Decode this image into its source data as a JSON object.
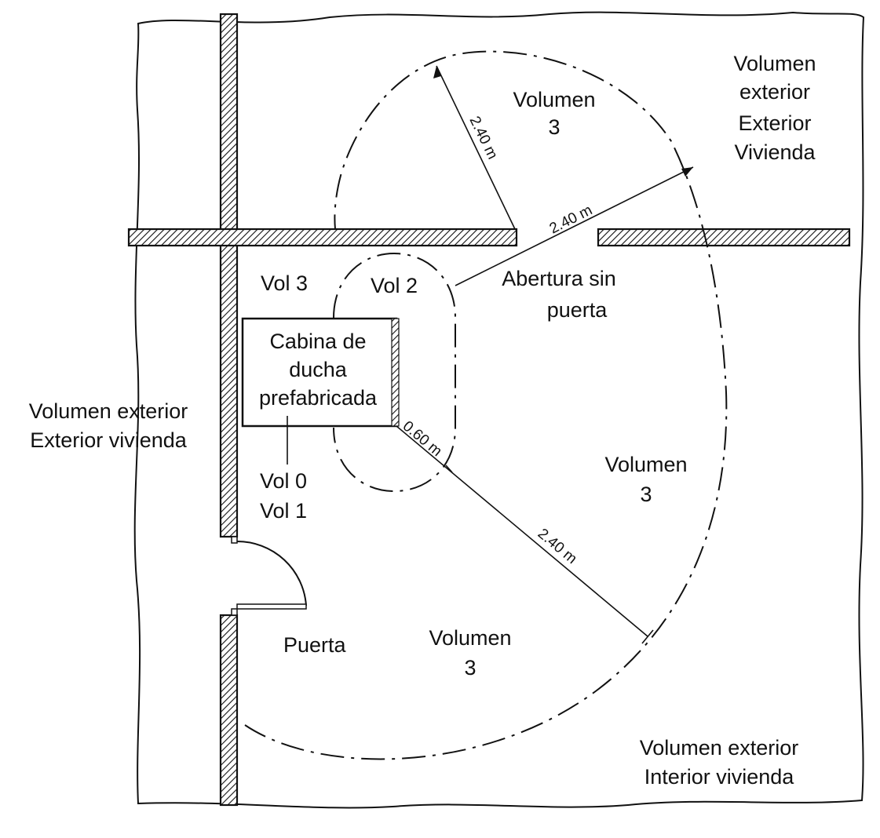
{
  "labels": {
    "vol3_top": [
      "Volumen",
      "3"
    ],
    "ext_top_right": [
      "Volumen",
      "exterior",
      "Exterior",
      "Vivienda"
    ],
    "vol3_small": "Vol 3",
    "vol2": "Vol 2",
    "abertura": [
      "Abertura sin",
      "puerta"
    ],
    "cabina": [
      "Cabina de",
      "ducha",
      "prefabricada"
    ],
    "ext_left": [
      "Volumen exterior",
      "Exterior vivienda"
    ],
    "vol0": "Vol 0",
    "vol1": "Vol 1",
    "vol3_right": [
      "Volumen",
      "3"
    ],
    "puerta": "Puerta",
    "vol3_bottom": [
      "Volumen",
      "3"
    ],
    "ext_bottom_right": [
      "Volumen exterior",
      "Interior vivienda"
    ]
  },
  "dimensions": {
    "radius_upper": "2.40 m",
    "radius_opening": "2.40 m",
    "vol2_width": "0.60 m",
    "radius_lower": "2.40 m"
  }
}
